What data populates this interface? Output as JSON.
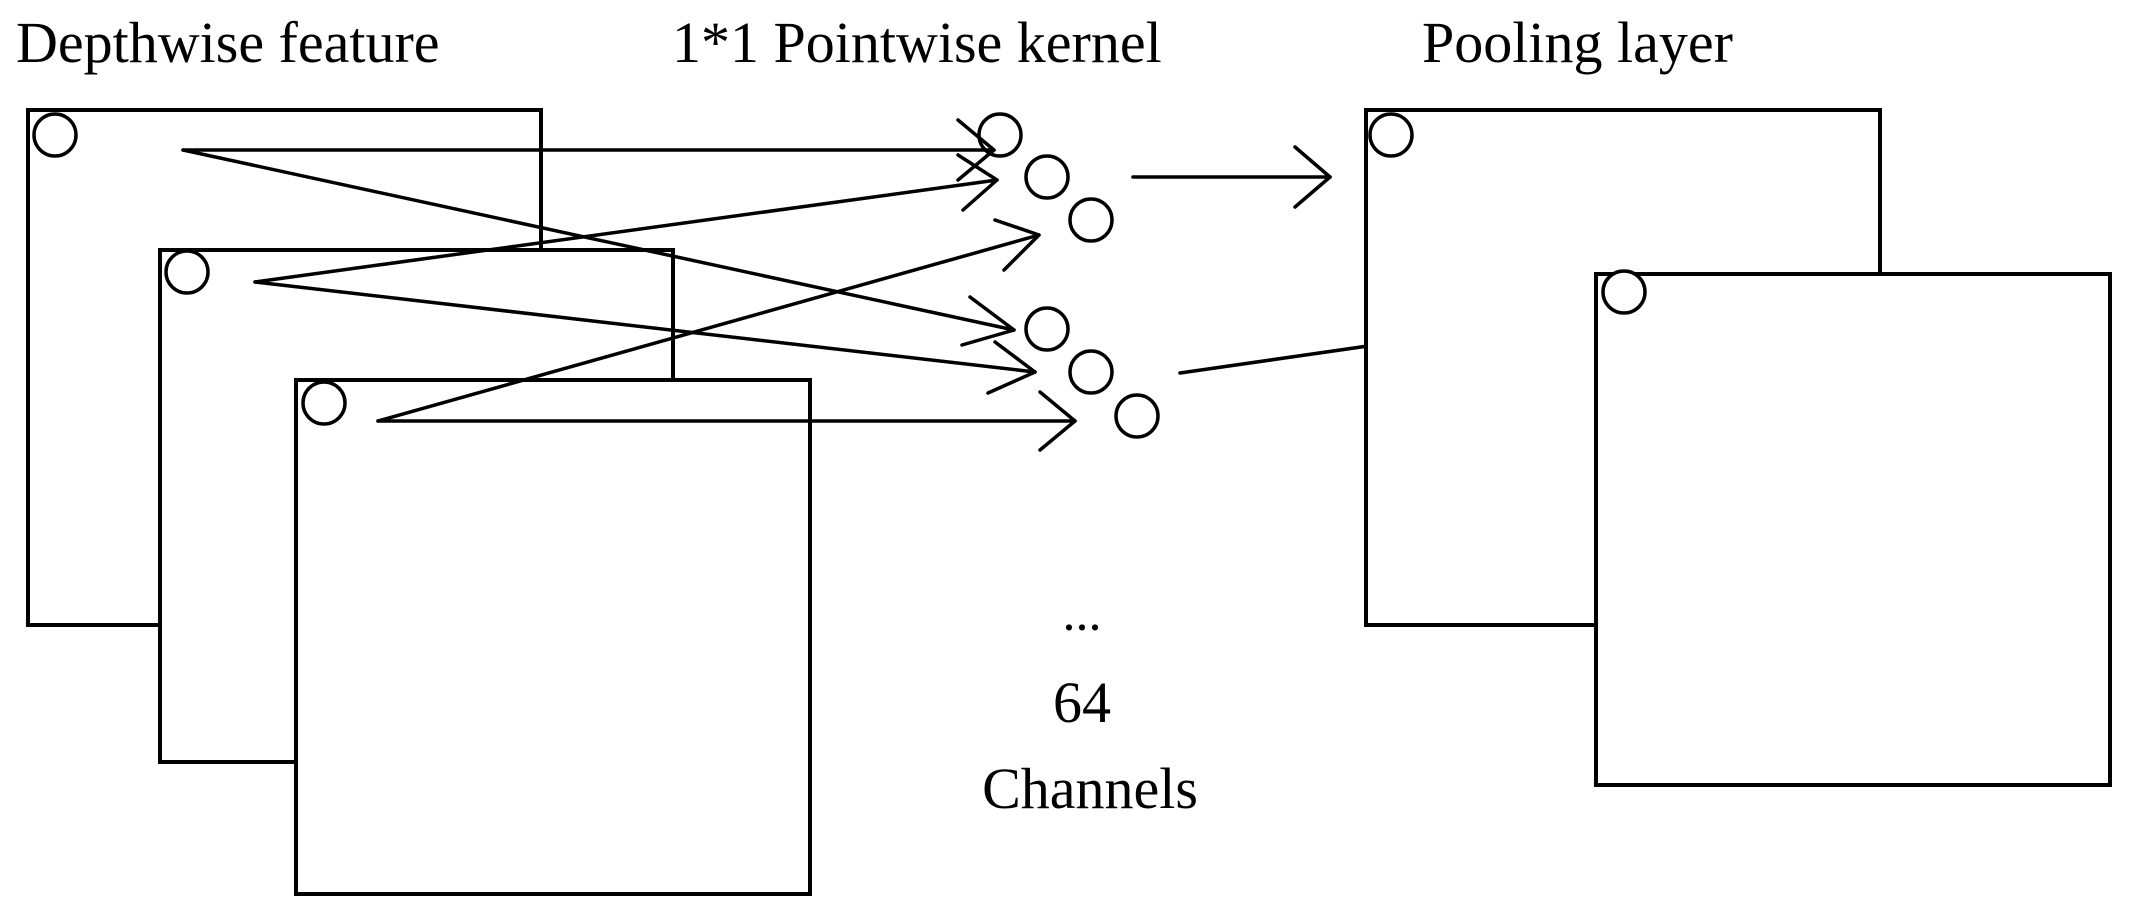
{
  "labels": {
    "depthwise_feature": "Depthwise feature",
    "pointwise_kernel": "1*1 Pointwise kernel",
    "pooling_layer": "Pooling layer",
    "ellipsis": "...",
    "channel_count": "64",
    "channels_word": "Channels"
  },
  "colors": {
    "stroke": "#000000",
    "background": "#ffffff",
    "text": "#000000"
  }
}
